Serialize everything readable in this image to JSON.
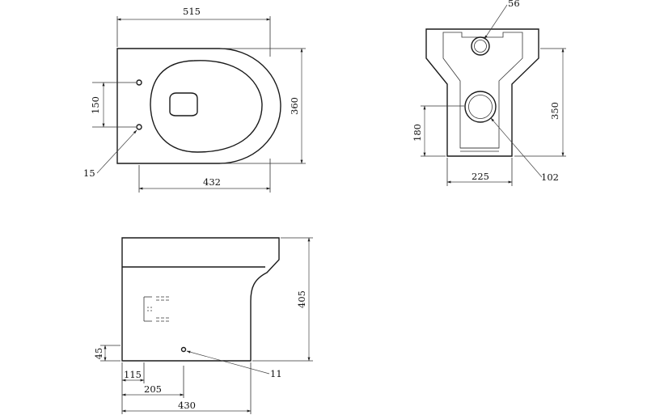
{
  "top_view": {
    "dims": {
      "overall_width": "515",
      "depth": "360",
      "fixing_spacing": "150",
      "rear_to_front": "432",
      "fixing_hole": "15"
    }
  },
  "front_view": {
    "dims": {
      "water_inlet": "56",
      "height": "350",
      "waste_height": "180",
      "base_width": "225",
      "waste_outlet": "102"
    }
  },
  "side_view": {
    "dims": {
      "height": "405",
      "base_hole_height": "45",
      "hole_dia": "11",
      "d115": "115",
      "d205": "205",
      "d430": "430"
    }
  }
}
